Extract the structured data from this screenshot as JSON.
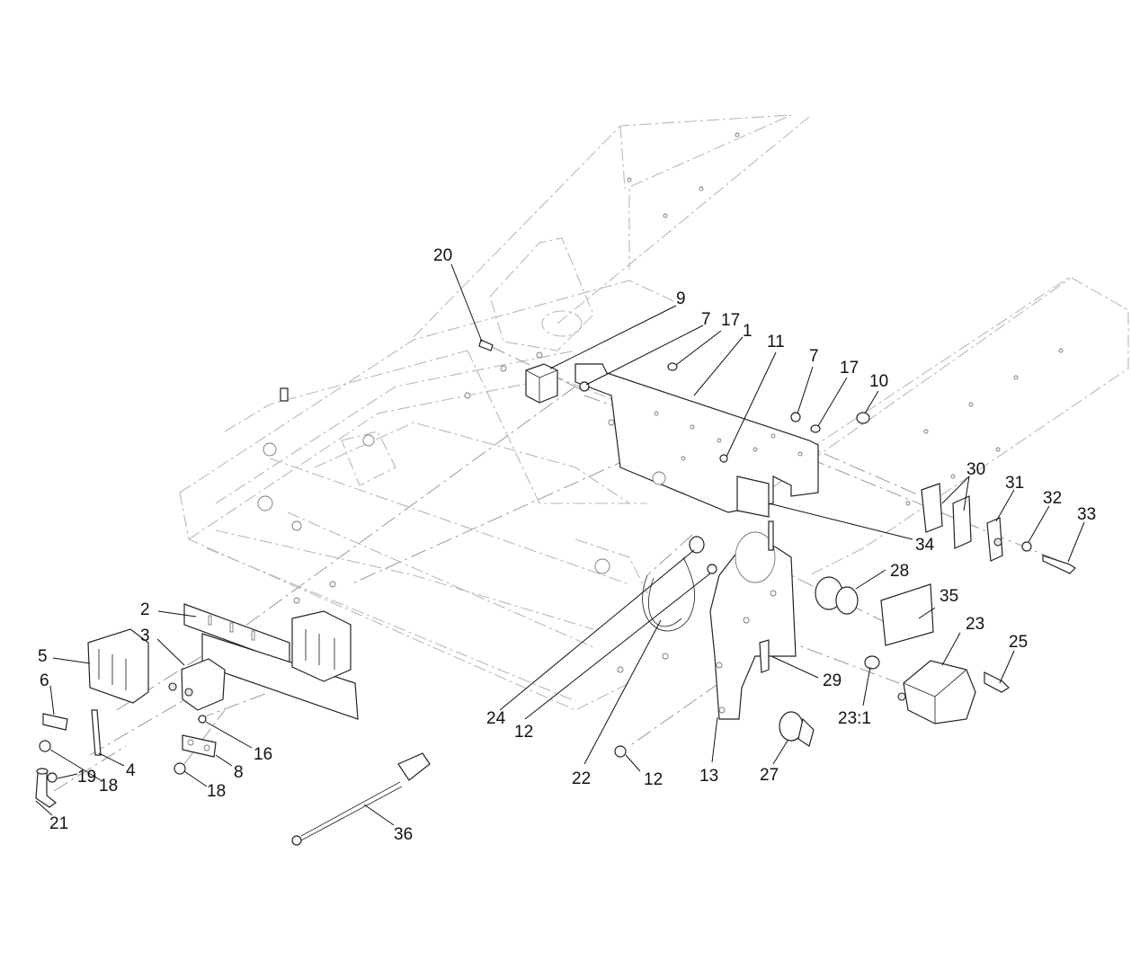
{
  "callouts": [
    {
      "id": "c20",
      "text": "20"
    },
    {
      "id": "c9",
      "text": "9"
    },
    {
      "id": "c7a",
      "text": "7"
    },
    {
      "id": "c17a",
      "text": "17"
    },
    {
      "id": "c1",
      "text": "1"
    },
    {
      "id": "c11",
      "text": "11"
    },
    {
      "id": "c7b",
      "text": "7"
    },
    {
      "id": "c17b",
      "text": "17"
    },
    {
      "id": "c10",
      "text": "10"
    },
    {
      "id": "c30",
      "text": "30"
    },
    {
      "id": "c31",
      "text": "31"
    },
    {
      "id": "c32",
      "text": "32"
    },
    {
      "id": "c33",
      "text": "33"
    },
    {
      "id": "c34",
      "text": "34"
    },
    {
      "id": "c28",
      "text": "28"
    },
    {
      "id": "c35",
      "text": "35"
    },
    {
      "id": "c23",
      "text": "23"
    },
    {
      "id": "c25",
      "text": "25"
    },
    {
      "id": "c29",
      "text": "29"
    },
    {
      "id": "c231",
      "text": "23:1"
    },
    {
      "id": "c24",
      "text": "24"
    },
    {
      "id": "c12a",
      "text": "12"
    },
    {
      "id": "c22",
      "text": "22"
    },
    {
      "id": "c12b",
      "text": "12"
    },
    {
      "id": "c13",
      "text": "13"
    },
    {
      "id": "c27",
      "text": "27"
    },
    {
      "id": "c2",
      "text": "2"
    },
    {
      "id": "c3",
      "text": "3"
    },
    {
      "id": "c5",
      "text": "5"
    },
    {
      "id": "c6",
      "text": "6"
    },
    {
      "id": "c4",
      "text": "4"
    },
    {
      "id": "c18a",
      "text": "18"
    },
    {
      "id": "c16",
      "text": "16"
    },
    {
      "id": "c8",
      "text": "8"
    },
    {
      "id": "c18b",
      "text": "18"
    },
    {
      "id": "c19",
      "text": "19"
    },
    {
      "id": "c21",
      "text": "21"
    },
    {
      "id": "c36",
      "text": "36"
    }
  ]
}
